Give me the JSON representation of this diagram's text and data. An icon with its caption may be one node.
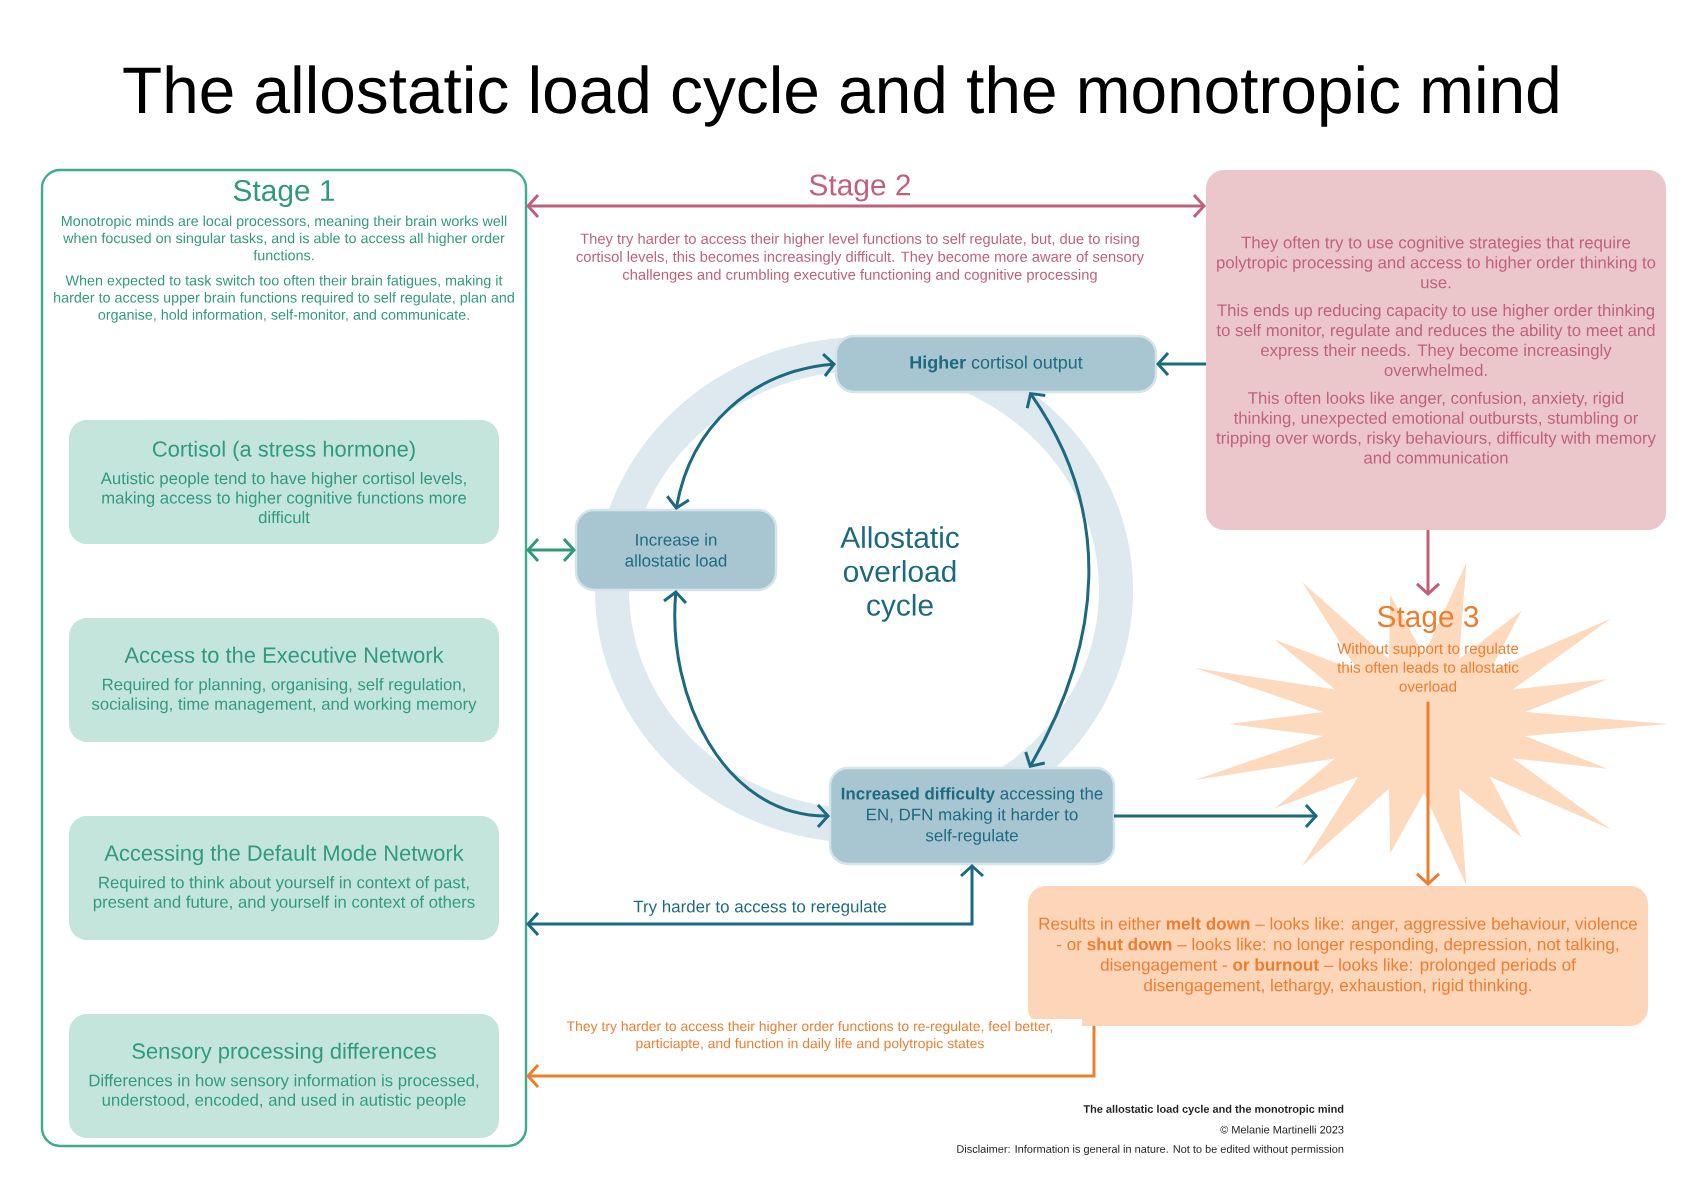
{
  "diagram": {
    "title": "The allostatic load cycle and the monotropic mind",
    "nodes": [
      {
        "text": [
          "Stage 1",
          "Monotropic minds are local processors, meaning their brain works well when focused on singular tasks, and is able to access all higher order functions.",
          "When expected to task switch too often their brain fatigues, making it harder to access upper brain functions required to self regulate, plan and organise, hold information, self-monitor, and communicate."
        ]
      },
      {
        "text": [
          "Cortisol (a stress hormone)",
          "Autistic people tend to have higher cortisol levels, making access to higher cognitive functions more difficult"
        ],
        "in": 0
      },
      {
        "text": [
          "Access to the Executive Network",
          "Required for planning, organising, self regulation, socialising, time management, and working memory"
        ],
        "in": 0
      },
      {
        "text": [
          "Accessing the Default Mode Network",
          "Required to think about yourself in context of past, present and future, and yourself in context of others"
        ],
        "in": 0
      },
      {
        "text": [
          "Sensory processing differences",
          "Differences in how sensory information is processed, understood, encoded, and used in autistic people"
        ],
        "in": 0
      },
      {
        "text": [
          "**Higher** cortisol output"
        ]
      },
      {
        "text": [
          "Increase in allostatic load"
        ]
      },
      {
        "text": [
          "**Increased difficulty** accessing the EN, DFN making it harder to self-regulate"
        ]
      },
      {
        "text": [
          "They often try to use cognitive strategies that require polytropic processing and access to higher order thinking to use.",
          "This ends up reducing capacity to use higher order thinking to self monitor, regulate and reduces the ability to meet and express their needs. They become increasingly overwhelmed.",
          "This often looks like anger, confusion, anxiety, rigid thinking, unexpected emotional outbursts, stumbling or tripping over words, risky behaviours, difficulty with memory and communication"
        ]
      },
      {
        "text": [
          "Stage 3",
          "Without support to regulate this often leads to allostatic overload"
        ]
      },
      {
        "text": [
          "Results in either **melt down** – looks like: anger, aggressive behaviour, violence - or **shut down** – looks like: no longer responding, depression, not talking, disengagement - **or burnout** – looks like: prolonged periods of disengagement, lethargy, exhaustion, rigid thinking."
        ]
      }
    ],
    "edges": [
      {
        "from": 6,
        "to": 5,
        "arrow": "both"
      },
      {
        "from": 5,
        "to": 7,
        "arrow": "both"
      },
      {
        "from": 6,
        "to": 7,
        "arrow": "both"
      },
      {
        "from": 0,
        "to": 6,
        "arrow": "both",
        "color": "#2e9a78"
      },
      {
        "from": 8,
        "to": 5,
        "arrow": "to"
      },
      {
        "from": 0,
        "to": 8,
        "arrow": "both",
        "color": "#c0607a"
      },
      {
        "from": 8,
        "to": 9,
        "arrow": "to",
        "color": "#c0607a"
      },
      {
        "from": 7,
        "to": 9,
        "arrow": "to"
      },
      {
        "from": 9,
        "to": 10,
        "arrow": "to",
        "color": "#ef7d2e"
      },
      {
        "from": 7,
        "to": 0,
        "arrow": "both",
        "label": "Try harder to access to reregulate"
      },
      {
        "from": 10,
        "to": 0,
        "arrow": "to",
        "color": "#ef7d2e",
        "label": "They try harder to access their higher order functions to re-regulate, feel better, particiapte, and function in daily life and polytropic states"
      }
    ],
    "labels": [
      "Stage 2",
      "They try harder to access their higher level functions to self regulate, but, due to rising cortisol levels, this becomes increasingly difficult. They become more aware of sensory challenges and crumbling executive functioning and cognitive processing",
      "Allostatic overload cycle",
      "The allostatic load cycle and the monotropic mind",
      "© Melanie Martinelli 2023",
      "Disclaimer: Information is general in nature. Not to be edited without permission"
    ]
  }
}
